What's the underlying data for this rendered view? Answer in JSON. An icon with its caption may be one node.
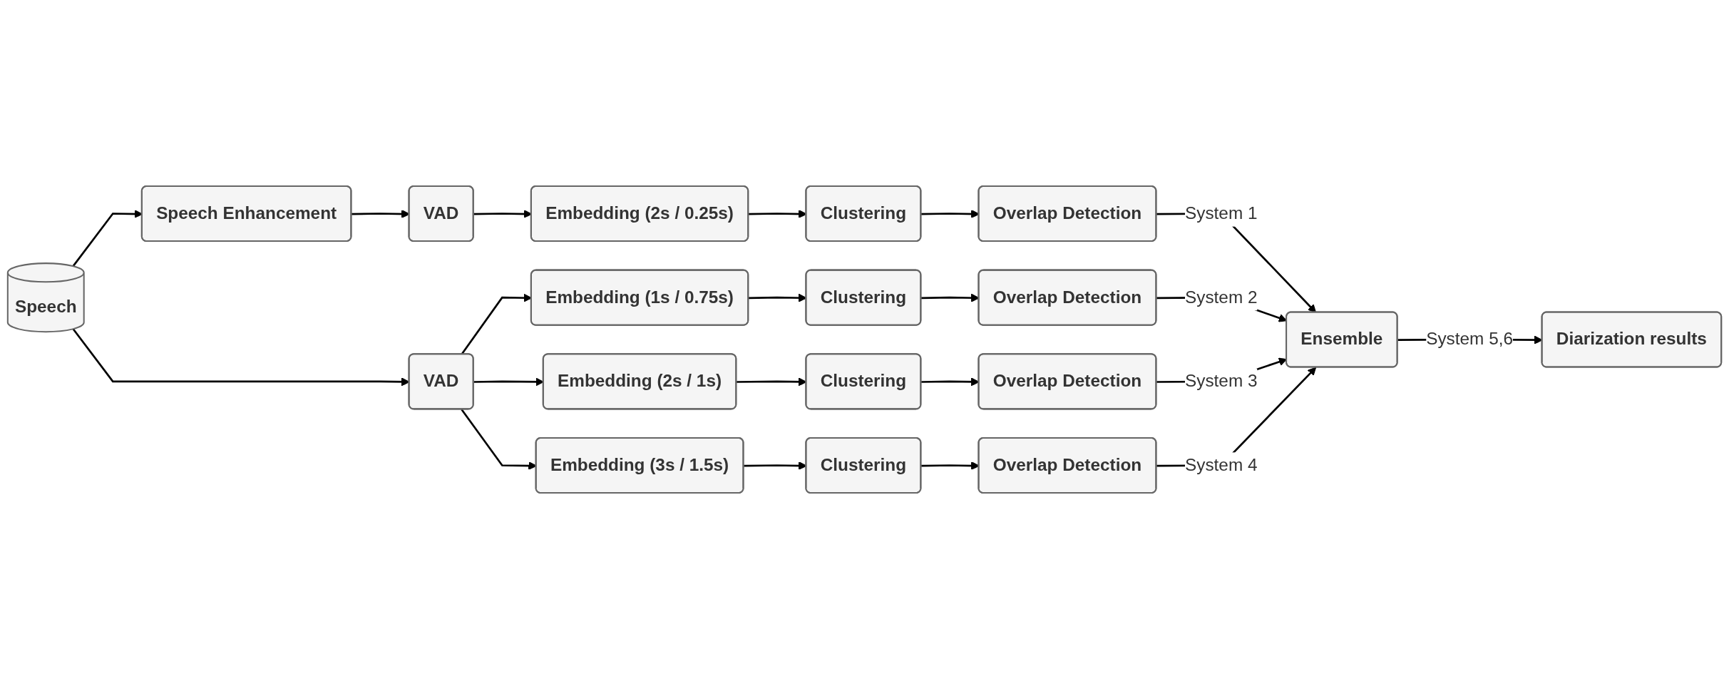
{
  "diagram": {
    "nodes": [
      {
        "text": [
          "Speech"
        ]
      },
      {
        "text": [
          "Speech Enhancement"
        ]
      },
      {
        "text": [
          "VAD"
        ]
      },
      {
        "text": [
          "Embedding (2s / 0.25s)"
        ]
      },
      {
        "text": [
          "Clustering"
        ]
      },
      {
        "text": [
          "Overlap Detection"
        ]
      },
      {
        "text": [
          "VAD"
        ]
      },
      {
        "text": [
          "Embedding (1s / 0.75s)"
        ]
      },
      {
        "text": [
          "Clustering"
        ]
      },
      {
        "text": [
          "Overlap Detection"
        ]
      },
      {
        "text": [
          "Embedding (2s / 1s)"
        ]
      },
      {
        "text": [
          "Clustering"
        ]
      },
      {
        "text": [
          "Overlap Detection"
        ]
      },
      {
        "text": [
          "Embedding (3s / 1.5s)"
        ]
      },
      {
        "text": [
          "Clustering"
        ]
      },
      {
        "text": [
          "Overlap Detection"
        ]
      },
      {
        "text": [
          "Ensemble"
        ]
      },
      {
        "text": [
          "Diarization results"
        ]
      }
    ],
    "edges": [
      {
        "from": 0,
        "to": 1,
        "arrow": "to"
      },
      {
        "from": 0,
        "to": 6,
        "arrow": "to"
      },
      {
        "from": 1,
        "to": 2,
        "arrow": "to"
      },
      {
        "from": 2,
        "to": 3,
        "arrow": "to"
      },
      {
        "from": 3,
        "to": 4,
        "arrow": "to"
      },
      {
        "from": 4,
        "to": 5,
        "arrow": "to"
      },
      {
        "from": 5,
        "to": 16,
        "arrow": "to",
        "label": "System 1"
      },
      {
        "from": 6,
        "to": 7,
        "arrow": "to"
      },
      {
        "from": 6,
        "to": 10,
        "arrow": "to"
      },
      {
        "from": 6,
        "to": 13,
        "arrow": "to"
      },
      {
        "from": 7,
        "to": 8,
        "arrow": "to"
      },
      {
        "from": 8,
        "to": 9,
        "arrow": "to"
      },
      {
        "from": 9,
        "to": 16,
        "arrow": "to",
        "label": "System 2"
      },
      {
        "from": 10,
        "to": 11,
        "arrow": "to"
      },
      {
        "from": 11,
        "to": 12,
        "arrow": "to"
      },
      {
        "from": 12,
        "to": 16,
        "arrow": "to",
        "label": "System 3"
      },
      {
        "from": 13,
        "to": 14,
        "arrow": "to"
      },
      {
        "from": 14,
        "to": 15,
        "arrow": "to"
      },
      {
        "from": 15,
        "to": 16,
        "arrow": "to",
        "label": "System 4"
      },
      {
        "from": 16,
        "to": 17,
        "arrow": "to",
        "label": "System 5,6"
      }
    ]
  }
}
